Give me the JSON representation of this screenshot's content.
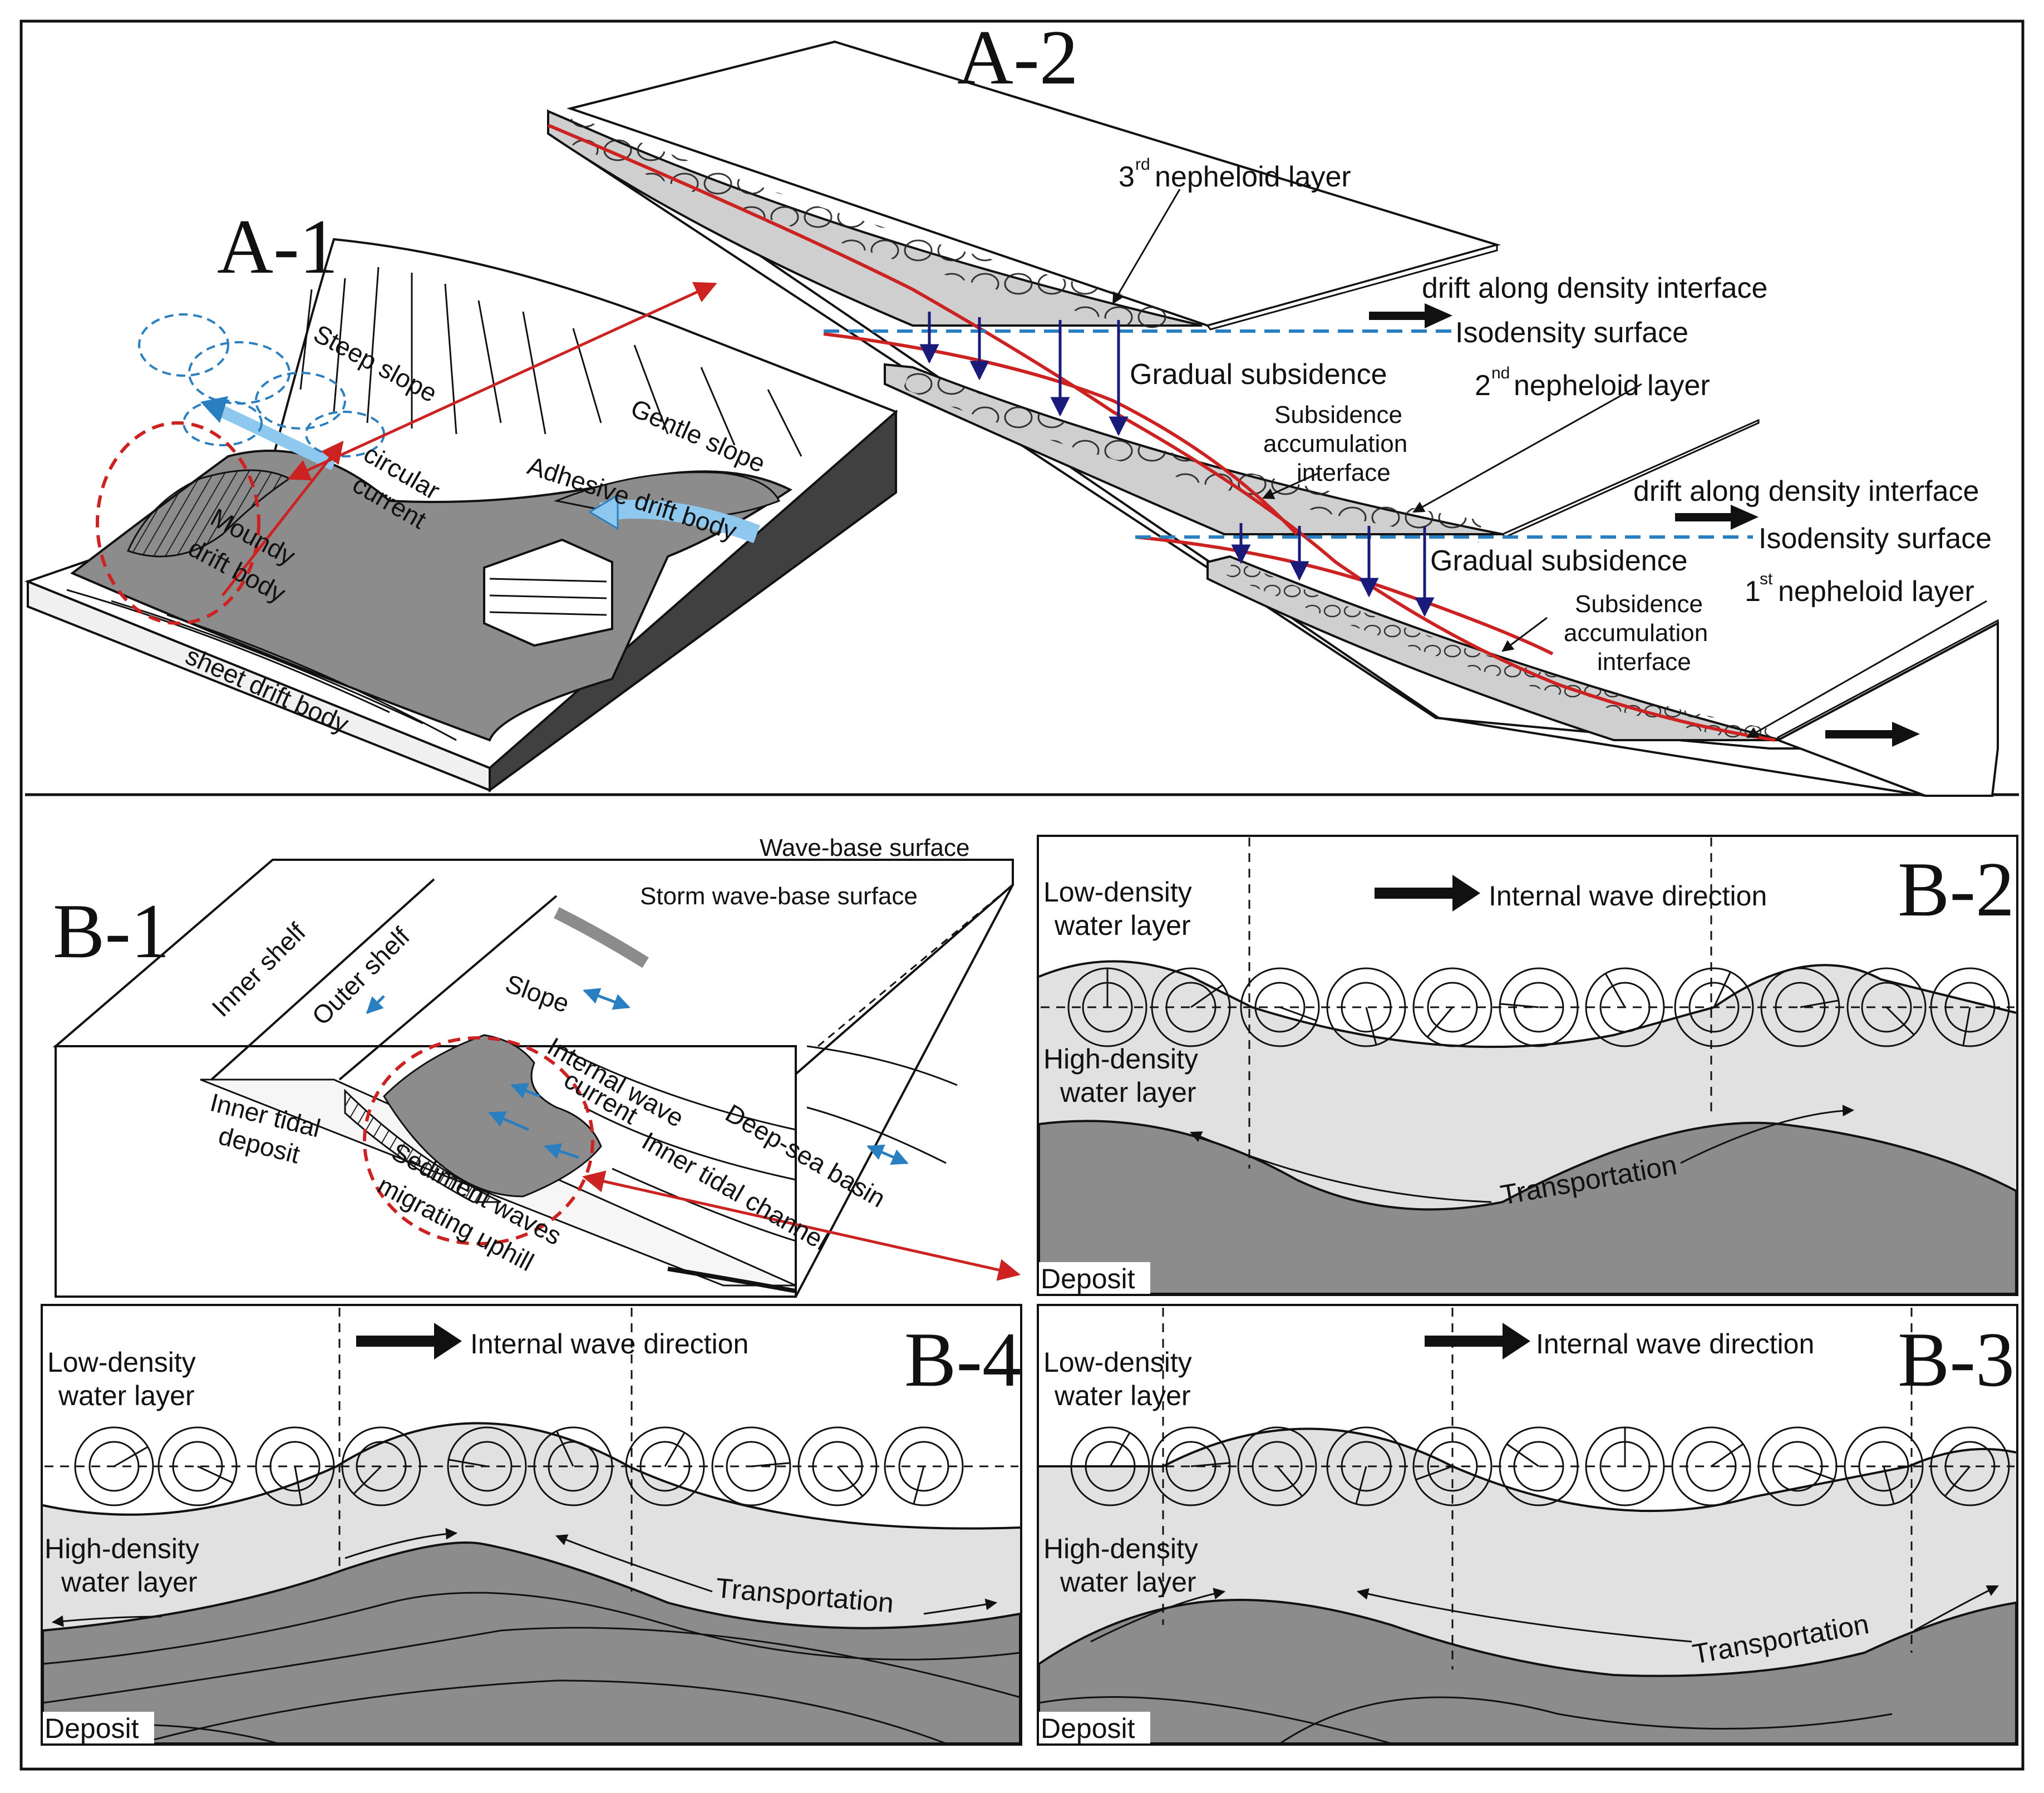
{
  "panels": {
    "a1": {
      "title": "A-1",
      "labels": {
        "steep_slope": "Steep slope",
        "gentle_slope": "Gentle slope",
        "circular_current_1": "circular",
        "circular_current_2": "current",
        "adhesive": "Adhesive drift body",
        "moundy_1": "Moundy",
        "moundy_2": "drift body",
        "sheet": "sheet drift body"
      }
    },
    "a2": {
      "title": "A-2",
      "labels": {
        "nepheloid_3_num": "3",
        "nepheloid_3_sup": "rd",
        "nepheloid_3_text": "nepheloid layer",
        "drift_1": "drift along density interface",
        "isodensity_1": "Isodensity surface",
        "gradual_1": "Gradual subsidence",
        "nepheloid_2_num": "2",
        "nepheloid_2_sup": "nd",
        "nepheloid_2_text": "nepheloid layer",
        "subsidence_1_a": "Subsidence",
        "subsidence_1_b": "accumulation",
        "subsidence_1_c": "interface",
        "drift_2": "drift along density interface",
        "isodensity_2": "Isodensity surface",
        "gradual_2": "Gradual subsidence",
        "nepheloid_1_num": "1",
        "nepheloid_1_sup": "st",
        "nepheloid_1_text": "nepheloid layer",
        "subsidence_2_a": "Subsidence",
        "subsidence_2_b": "accumulation",
        "subsidence_2_c": "interface"
      }
    },
    "b1": {
      "title": "B-1",
      "labels": {
        "wave_base": "Wave-base surface",
        "storm_wave_base": "Storm wave-base surface",
        "inner_shelf": "Inner shelf",
        "outer_shelf": "Outer shelf",
        "slope": "Slope",
        "internal_wave_1": "Internal wave",
        "internal_wave_2": "current",
        "inner_tidal_1": "Inner tidal",
        "inner_tidal_2": "deposit",
        "sediment_1": "Sediment waves",
        "sediment_2": "migrating uphill",
        "deep_sea": "Deep-sea basin",
        "inner_channel": "Inner tidal channel"
      }
    },
    "b2": {
      "title": "B-2",
      "low_1": "Low-density",
      "low_2": "water layer",
      "high_1": "High-density",
      "high_2": "water layer",
      "direction": "Internal wave direction",
      "transport": "Transportation",
      "deposit": "Deposit"
    },
    "b3": {
      "title": "B-3",
      "low_1": "Low-density",
      "low_2": "water layer",
      "high_1": "High-density",
      "high_2": "water layer",
      "direction": "Internal wave direction",
      "transport": "Transportation",
      "deposit": "Deposit"
    },
    "b4": {
      "title": "B-4",
      "low_1": "Low-density",
      "low_2": "water layer",
      "high_1": "High-density",
      "high_2": "water layer",
      "direction": "Internal wave direction",
      "transport": "Transportation",
      "deposit": "Deposit"
    }
  },
  "colors": {
    "red": "#cc2222",
    "navy": "#1a1a7a",
    "blue_dash": "#2a7fc0",
    "light_blue": "#8ec8ee",
    "light_gray": "#e1e1e1",
    "mid_gray": "#cfcfcf",
    "dark_gray": "#8c8c8c",
    "shadow": "#404040"
  }
}
